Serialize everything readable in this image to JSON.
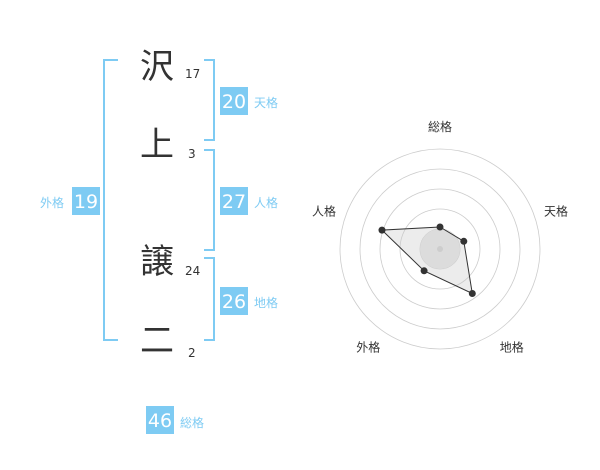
{
  "name_chars": [
    {
      "char": "沢",
      "strokes": "17"
    },
    {
      "char": "上",
      "strokes": "3"
    },
    {
      "char": "譲",
      "strokes": "24"
    },
    {
      "char": "二",
      "strokes": "2"
    }
  ],
  "fortunes": {
    "tenkaku": {
      "label": "天格",
      "value": "20"
    },
    "jinkaku": {
      "label": "人格",
      "value": "27"
    },
    "chikaku": {
      "label": "地格",
      "value": "26"
    },
    "gaikaku": {
      "label": "外格",
      "value": "19"
    },
    "soukaku": {
      "label": "総格",
      "value": "46"
    }
  },
  "colors": {
    "accent": "#7ecbf3",
    "text": "#333333",
    "grid": "#cccccc"
  },
  "chart_data": {
    "type": "radar",
    "axes": [
      "総格",
      "天格",
      "地格",
      "外格",
      "人格"
    ],
    "values": [
      0.22,
      0.25,
      0.55,
      0.27,
      0.61
    ],
    "range": [
      0,
      1
    ],
    "rings": 5
  }
}
